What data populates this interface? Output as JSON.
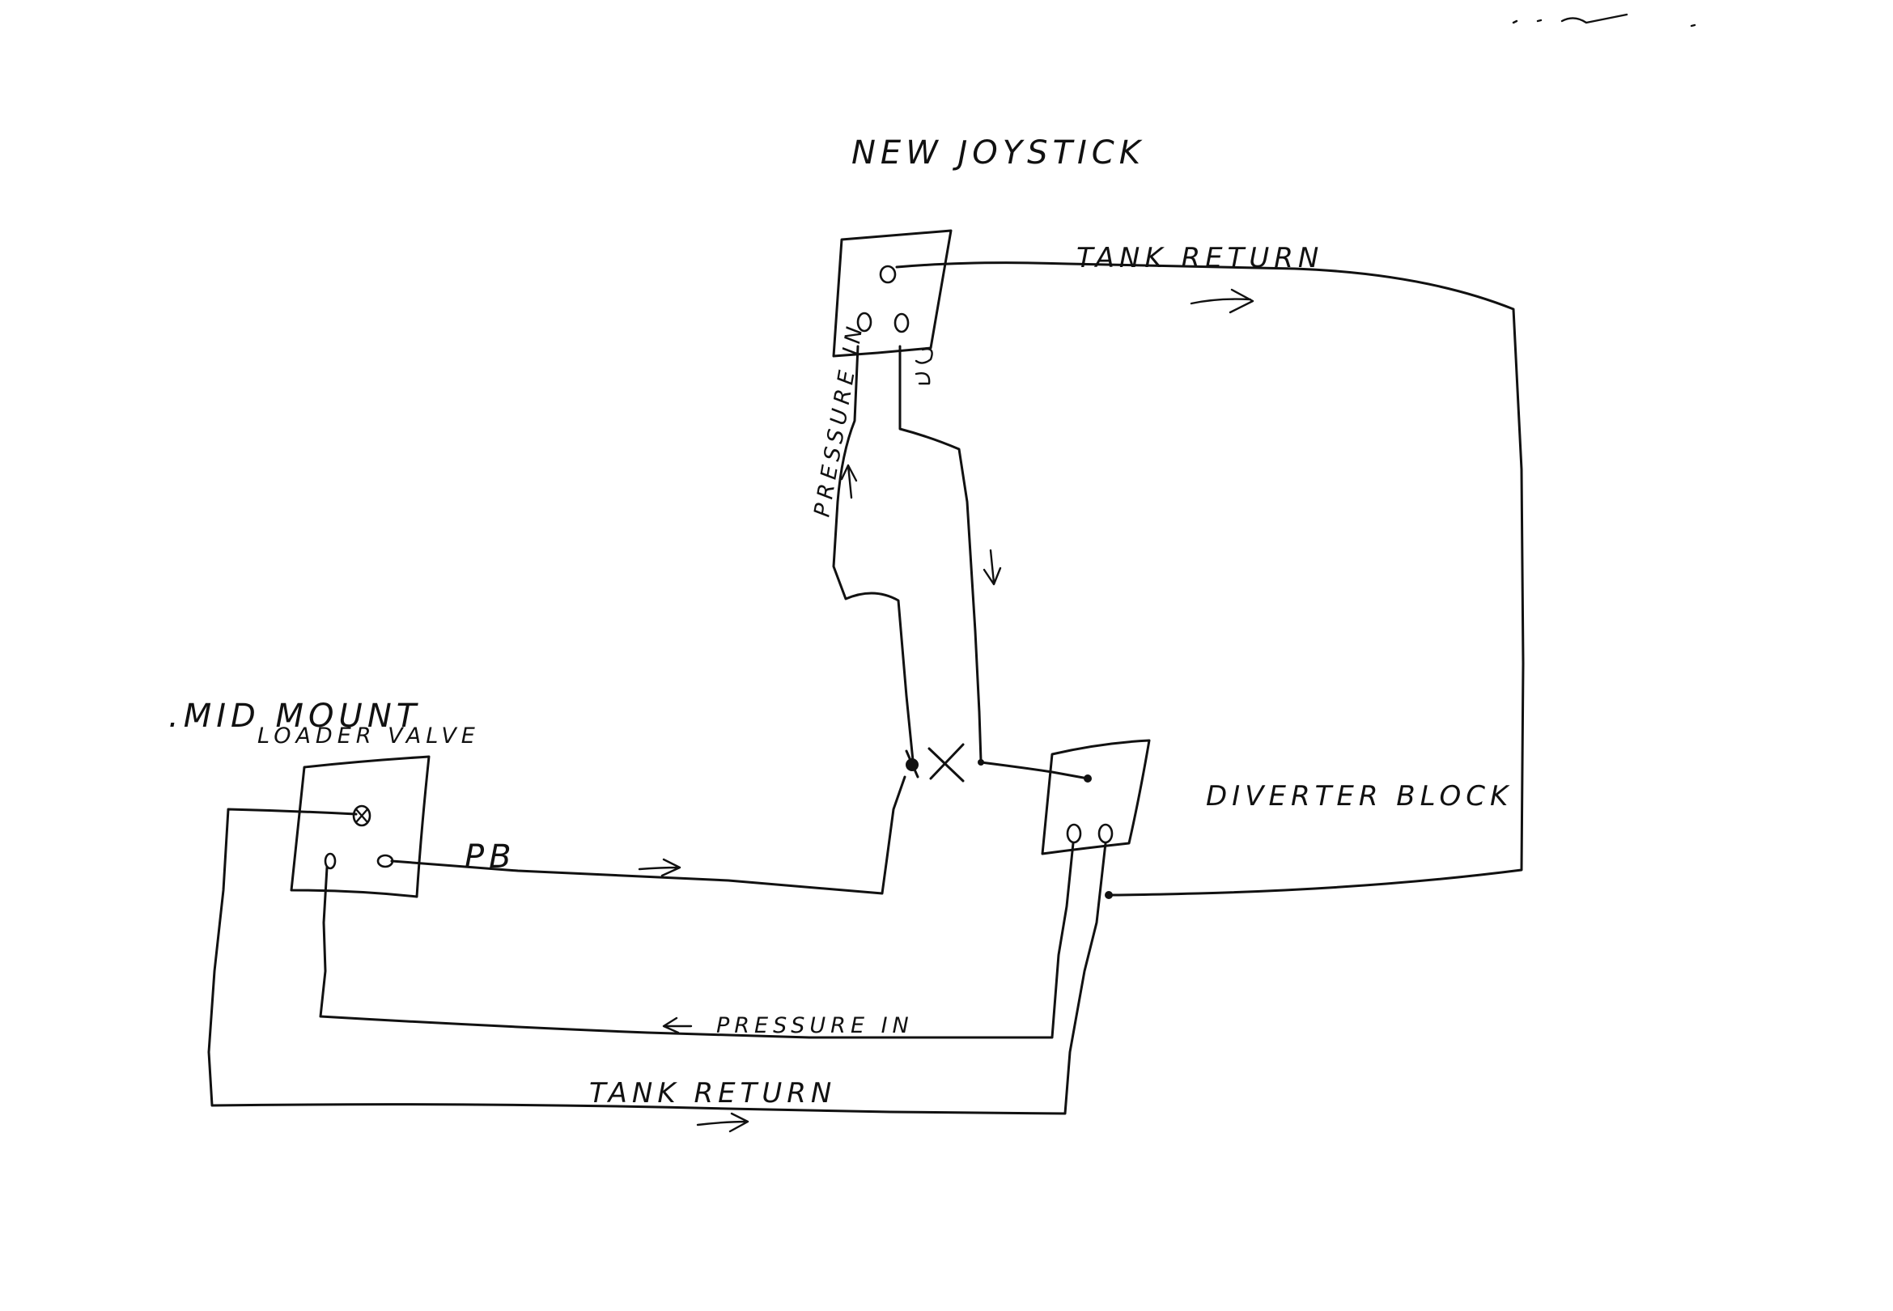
{
  "labels": {
    "new_joystick": "NEW JOYSTICK",
    "tank_return_top": "TANK RETURN",
    "pressure_in_vertical": "PRESSURE IN",
    "mid_mount_line1": ".MID MOUNT",
    "mid_mount_line2": "LOADER VALVE",
    "diverter_block": "DIVERTER BLOCK",
    "pb": "PB",
    "pressure_in_bottom": "PRESSURE IN",
    "tank_return_bottom": "TANK RETURN"
  }
}
